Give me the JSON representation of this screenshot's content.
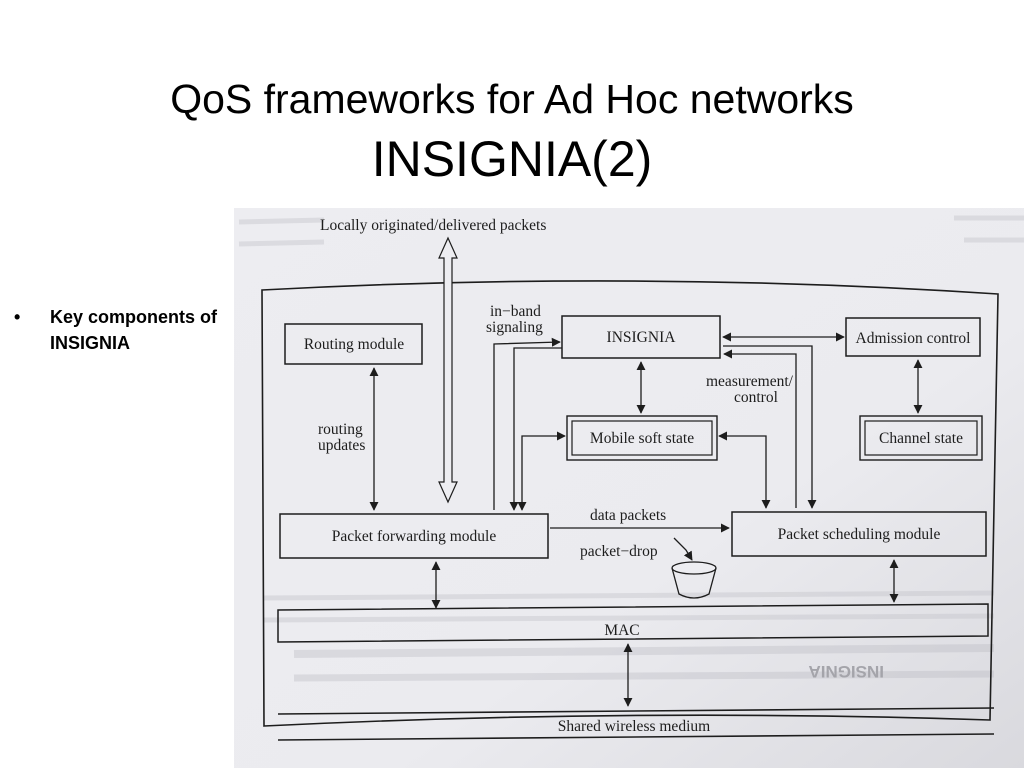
{
  "slide": {
    "title_line1": "QoS frameworks for Ad Hoc networks",
    "title_line2": "INSIGNIA(2)",
    "bullet_marker": "•",
    "bullet_text": "Key components of INSIGNIA"
  },
  "diagram": {
    "top_label": "Locally originated/delivered packets",
    "routing_module": "Routing module",
    "inband_1": "in−band",
    "inband_2": "signaling",
    "insignia": "INSIGNIA",
    "admission_control": "Admission control",
    "routing_updates_1": "routing",
    "routing_updates_2": "updates",
    "measurement_1": "measurement/",
    "measurement_2": "control",
    "mobile_soft_state": "Mobile soft state",
    "channel_state": "Channel state",
    "data_packets": "data packets",
    "packet_forwarding": "Packet forwarding module",
    "packet_scheduling": "Packet scheduling module",
    "packet_drop": "packet−drop",
    "mac": "MAC",
    "shared_medium": "Shared wireless medium"
  },
  "background_text": {
    "inverted_heading": "INSIGNIA"
  }
}
